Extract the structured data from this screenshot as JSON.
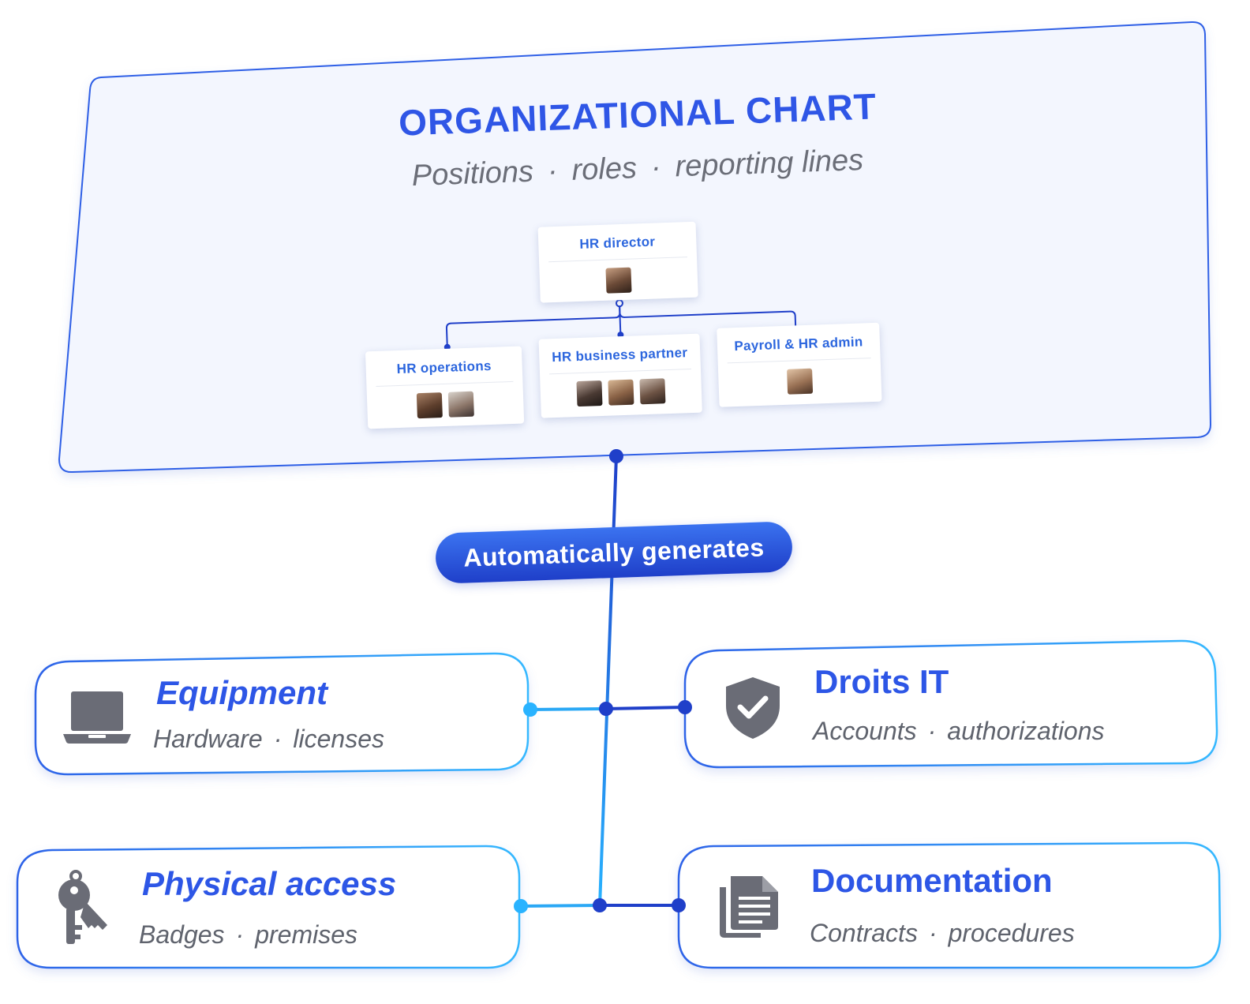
{
  "panel": {
    "title": "ORGANIZATIONAL CHART",
    "subtitle_items": [
      "Positions",
      "roles",
      "reporting lines"
    ],
    "separator": "·"
  },
  "org_chart": {
    "root": {
      "title": "HR director",
      "avatar_count": 1
    },
    "children": [
      {
        "title": "HR operations",
        "avatar_count": 2
      },
      {
        "title": "HR business partner",
        "avatar_count": 3
      },
      {
        "title": "Payroll & HR admin",
        "avatar_count": 1
      }
    ]
  },
  "connector": {
    "label": "Automatically generates"
  },
  "features": [
    {
      "id": "equipment",
      "title": "Equipment",
      "items": [
        "Hardware",
        "licenses"
      ],
      "icon": "laptop-icon"
    },
    {
      "id": "droits-it",
      "title": "Droits IT",
      "items": [
        "Accounts",
        "authorizations"
      ],
      "icon": "shield-check-icon"
    },
    {
      "id": "physical-access",
      "title": "Physical access",
      "items": [
        "Badges",
        "premises"
      ],
      "icon": "keys-icon"
    },
    {
      "id": "documentation",
      "title": "Documentation",
      "items": [
        "Contracts",
        "procedures"
      ],
      "icon": "documents-icon"
    }
  ],
  "colors": {
    "accent": "#2d56e6",
    "line_dark": "#1f3fc9",
    "line_light": "#29b3ff",
    "panel_bg": "#f3f6fe",
    "icon_gray": "#6a6c76"
  }
}
